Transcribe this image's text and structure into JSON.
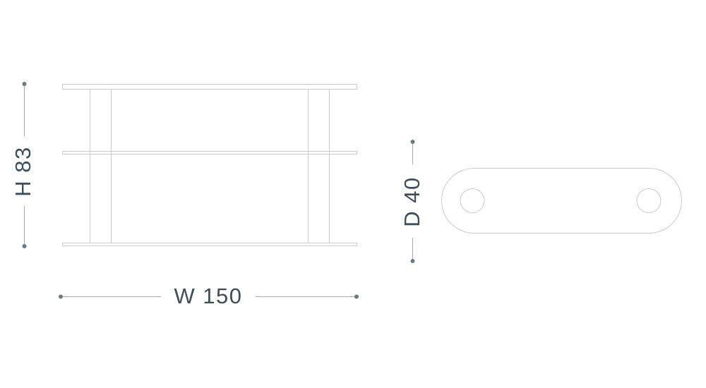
{
  "dimensions": {
    "height": {
      "axis": "H",
      "value": 83,
      "label": "H 83"
    },
    "width": {
      "axis": "W",
      "value": 150,
      "label": "W 150"
    },
    "depth": {
      "axis": "D",
      "value": 40,
      "label": "D 40"
    }
  },
  "colors": {
    "background": "#ffffff",
    "furniture_outline": "#c7cbce",
    "dimension_line": "#a3abb0",
    "dimension_dot": "#6e7a81",
    "text": "#3d4e59"
  }
}
